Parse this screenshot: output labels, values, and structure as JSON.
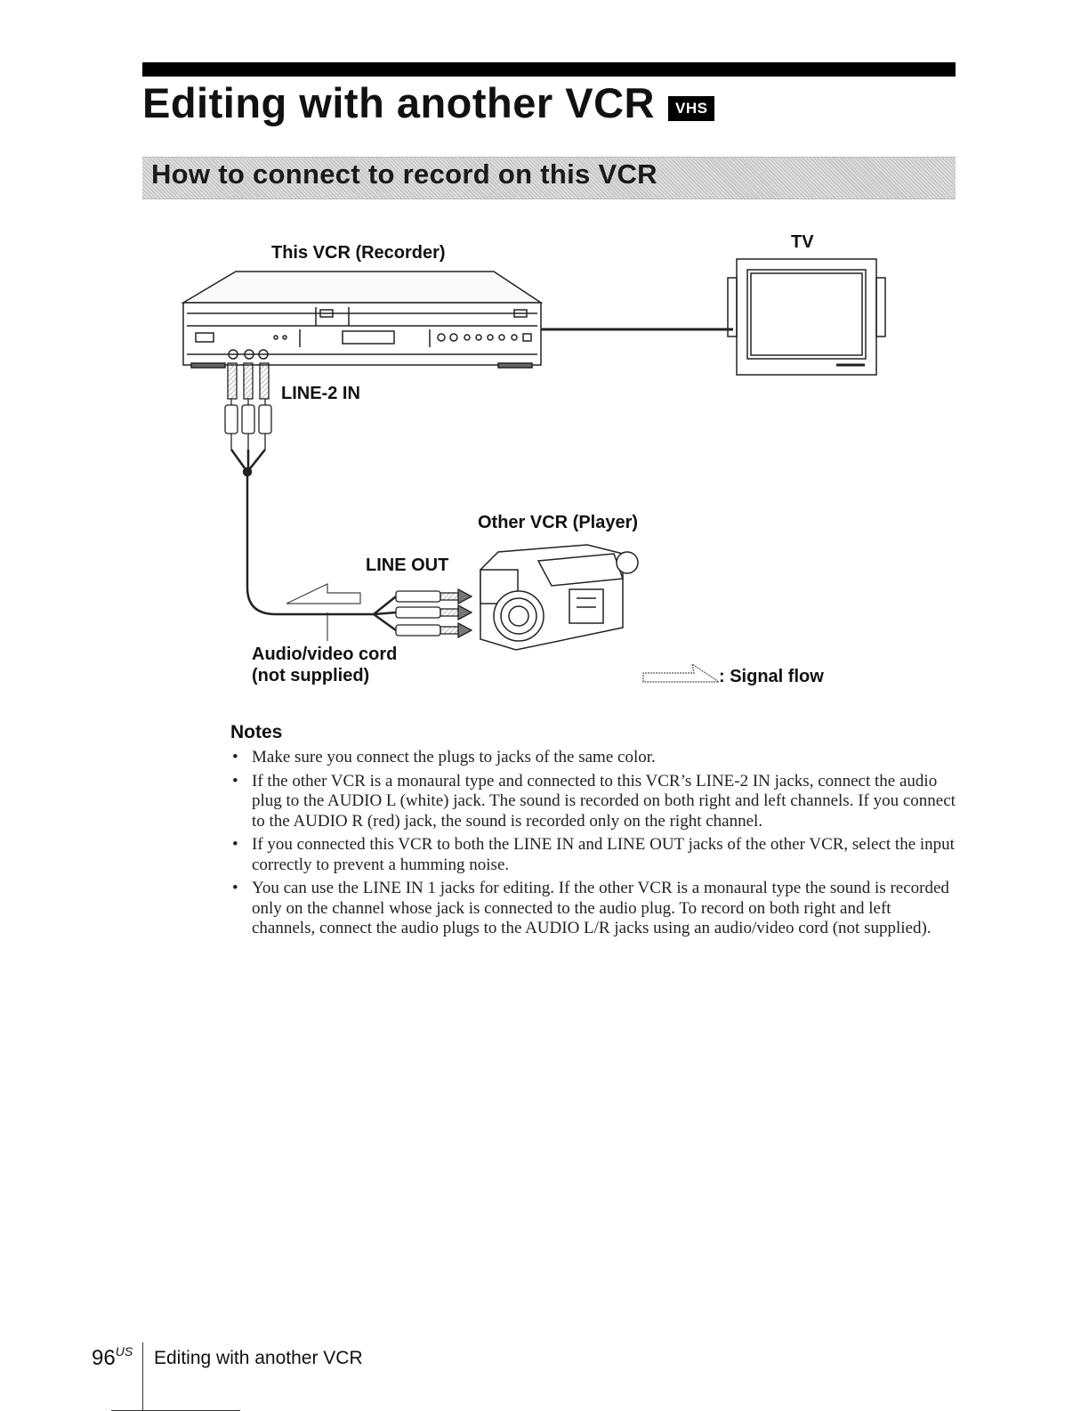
{
  "header": {
    "title": "Editing with another VCR",
    "badge": "VHS"
  },
  "section": {
    "heading": "How to connect to record on this VCR"
  },
  "diagram": {
    "recorder_label": "This VCR (Recorder)",
    "tv_label": "TV",
    "line_in_label": "LINE-2 IN",
    "player_label": "Other VCR (Player)",
    "line_out_label": "LINE OUT",
    "cord_label_line1": "Audio/video cord",
    "cord_label_line2": "(not supplied)",
    "signal_flow_label": ": Signal flow"
  },
  "notes": {
    "title": "Notes",
    "items": [
      "Make sure you connect the plugs to jacks of the same color.",
      "If the other VCR is a monaural type and connected to this VCR’s LINE-2 IN jacks, connect the audio plug to the AUDIO L (white) jack. The sound is recorded on both right and left channels. If you connect to the AUDIO R (red) jack, the sound is recorded only on the right channel.",
      "If you connected this VCR to both the LINE IN and LINE OUT jacks of the other VCR, select the input correctly to prevent a humming noise.",
      "You can use the LINE IN 1 jacks for editing. If the other VCR is a monaural type the sound is recorded only on the channel whose jack is connected to the audio plug. To record on both right and left channels, connect the audio plugs to the AUDIO L/R jacks using an audio/video cord (not supplied)."
    ]
  },
  "footer": {
    "page_number": "96",
    "page_suffix": "US",
    "running_title": "Editing with another VCR"
  }
}
